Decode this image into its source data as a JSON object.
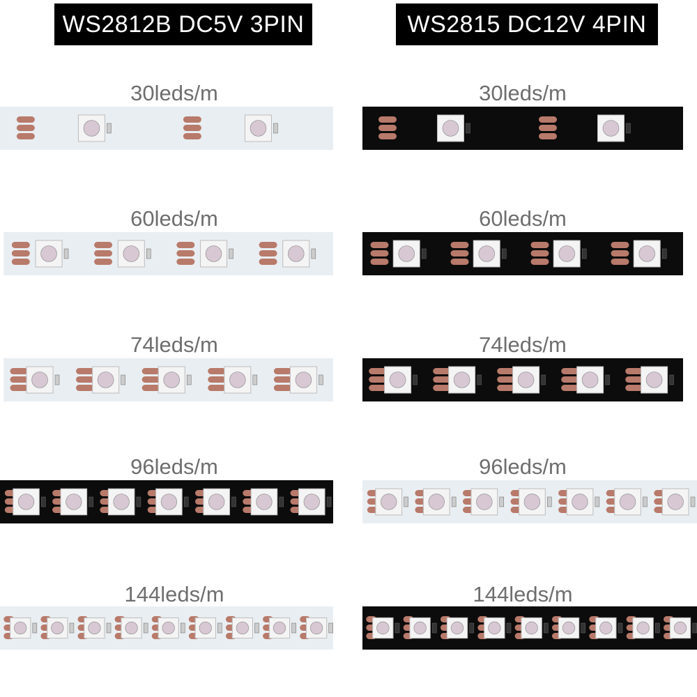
{
  "columns": [
    {
      "title": "WS2812B DC5V 3PIN",
      "strip_color": "#e9eef2",
      "rows": [
        {
          "label": "30leds/m"
        },
        {
          "label": "60leds/m"
        },
        {
          "label": "74leds/m"
        },
        {
          "label": "96leds/m"
        },
        {
          "label": "144leds/m"
        }
      ]
    },
    {
      "title": "WS2815 DC12V 4PIN",
      "strip_color": "#0c0c0c",
      "rows": [
        {
          "label": "30leds/m"
        },
        {
          "label": "60leds/m"
        },
        {
          "label": "74leds/m"
        },
        {
          "label": "96leds/m"
        },
        {
          "label": "144leds/m"
        }
      ]
    }
  ],
  "colors": {
    "header_bg": "#000000",
    "header_text": "#ffffff",
    "label_text": "#6e6e6e",
    "pad_copper": "#b87a6a",
    "led_body": "#f4f4f4"
  }
}
